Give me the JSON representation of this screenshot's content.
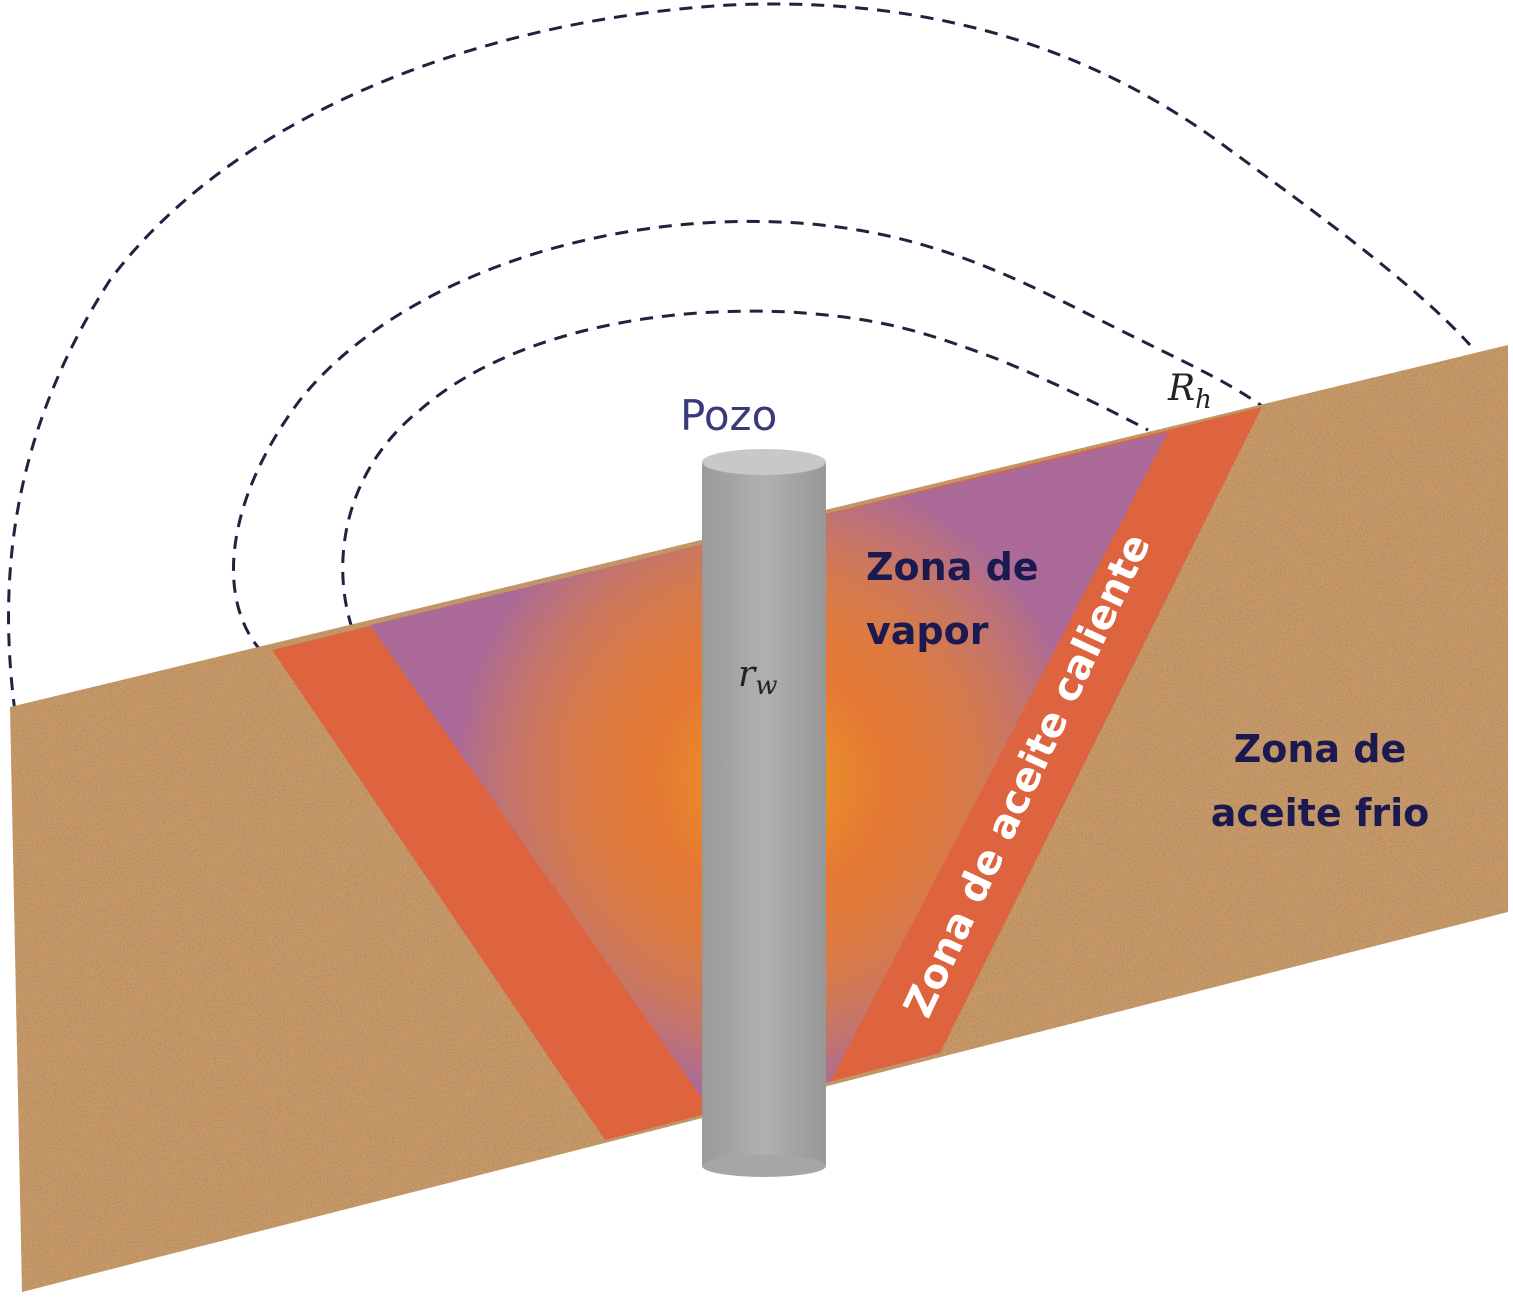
{
  "labels": {
    "well": "Pozo",
    "well_radius": "r",
    "well_radius_sub": "w",
    "heated_radius": "R",
    "heated_radius_sub": "h",
    "steam_zone_line1": "Zona de",
    "steam_zone_line2": "vapor",
    "hot_oil_zone": "Zona de aceite caliente",
    "cold_oil_zone_line1": "Zona de",
    "cold_oil_zone_line2": "aceite frio"
  },
  "colors": {
    "formation_sand": "#c89868",
    "hot_oil_band": "#e0603c",
    "steam_zone": "#a86a9c",
    "steam_core": "#f0a020",
    "well_pipe": "#a6a6a6",
    "dark_label": "#1a1a50",
    "well_label": "#3a3a7a",
    "boundary_lines": "#1c2440"
  }
}
